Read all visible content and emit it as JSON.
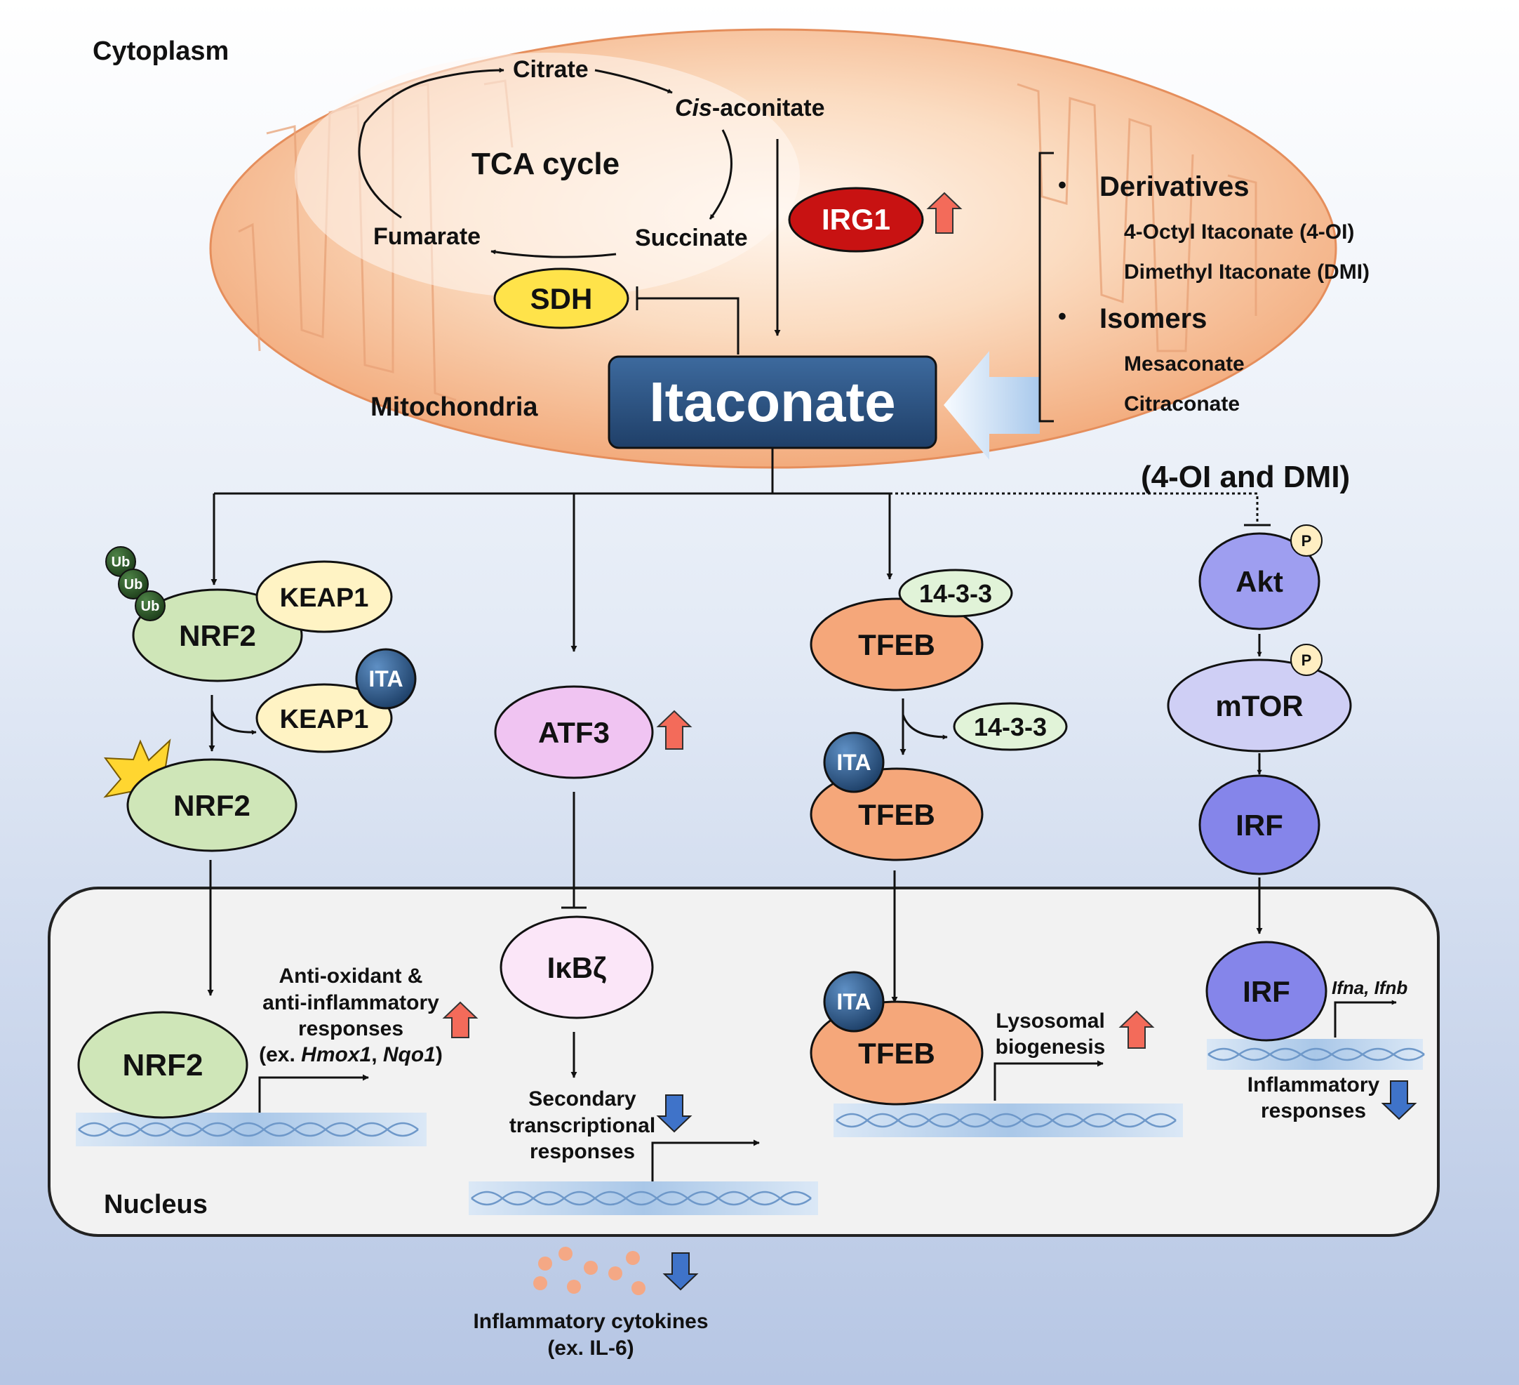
{
  "labels": {
    "cytoplasm": "Cytoplasm",
    "mitochondria": "Mitochondria",
    "nucleus": "Nucleus",
    "tca_cycle": "TCA cycle",
    "citrate": "Citrate",
    "cis_italic": "Cis",
    "cis_rest": "-aconitate",
    "succinate": "Succinate",
    "fumarate": "Fumarate",
    "sdh": "SDH",
    "irg1": "IRG1",
    "itaconate": "Itaconate",
    "bullet": "•",
    "derivatives": "Derivatives",
    "oi": "4-Octyl Itaconate (4-OI)",
    "dmi": "Dimethyl Itaconate (DMI)",
    "isomers": "Isomers",
    "mesaconate": "Mesaconate",
    "citraconate": "Citraconate",
    "oi_dmi": "(4-OI and DMI)",
    "nrf2": "NRF2",
    "keap1": "KEAP1",
    "ub": "Ub",
    "ita": "ITA",
    "atf3": "ATF3",
    "ikbz": "IκBζ",
    "p1433": "14-3-3",
    "tfeb": "TFEB",
    "akt": "Akt",
    "p": "P",
    "mtor": "mTOR",
    "irf": "IRF",
    "anti_1": "Anti-oxidant &",
    "anti_2": "anti-inflammatory",
    "anti_3": "responses",
    "anti_4a": "(ex. ",
    "anti_4b": "Hmox1",
    "anti_4c": ", ",
    "anti_4d": "Nqo1",
    "anti_4e": ")",
    "sec_1": "Secondary",
    "sec_2": "transcriptional",
    "sec_3": "responses",
    "lyso_1": "Lysosomal",
    "lyso_2": "biogenesis",
    "ifn": "Ifna, Ifnb",
    "infl_1": "Inflammatory",
    "infl_2": "responses",
    "cyt_1": "Inflammatory cytokines",
    "cyt_2": "(ex. IL-6)"
  },
  "colors": {
    "up_arrow": "#f36b5a",
    "down_arrow": "#3f73c9",
    "itaconate_box": "#2b5283",
    "irg1": "#c81212",
    "sdh": "#ffe34a",
    "nrf2": "#cfe6b8",
    "keap1": "#fff3c4",
    "ub": "#2e5a2a",
    "ita": "#2d5a8c",
    "atf3": "#f0c4f2",
    "ikbz": "#fbe6f8",
    "tfeb": "#f5a77a",
    "p1433": "#e1f3d8",
    "akt": "#9e9ef0",
    "mtor": "#cfcff5",
    "irf": "#8585ea"
  }
}
